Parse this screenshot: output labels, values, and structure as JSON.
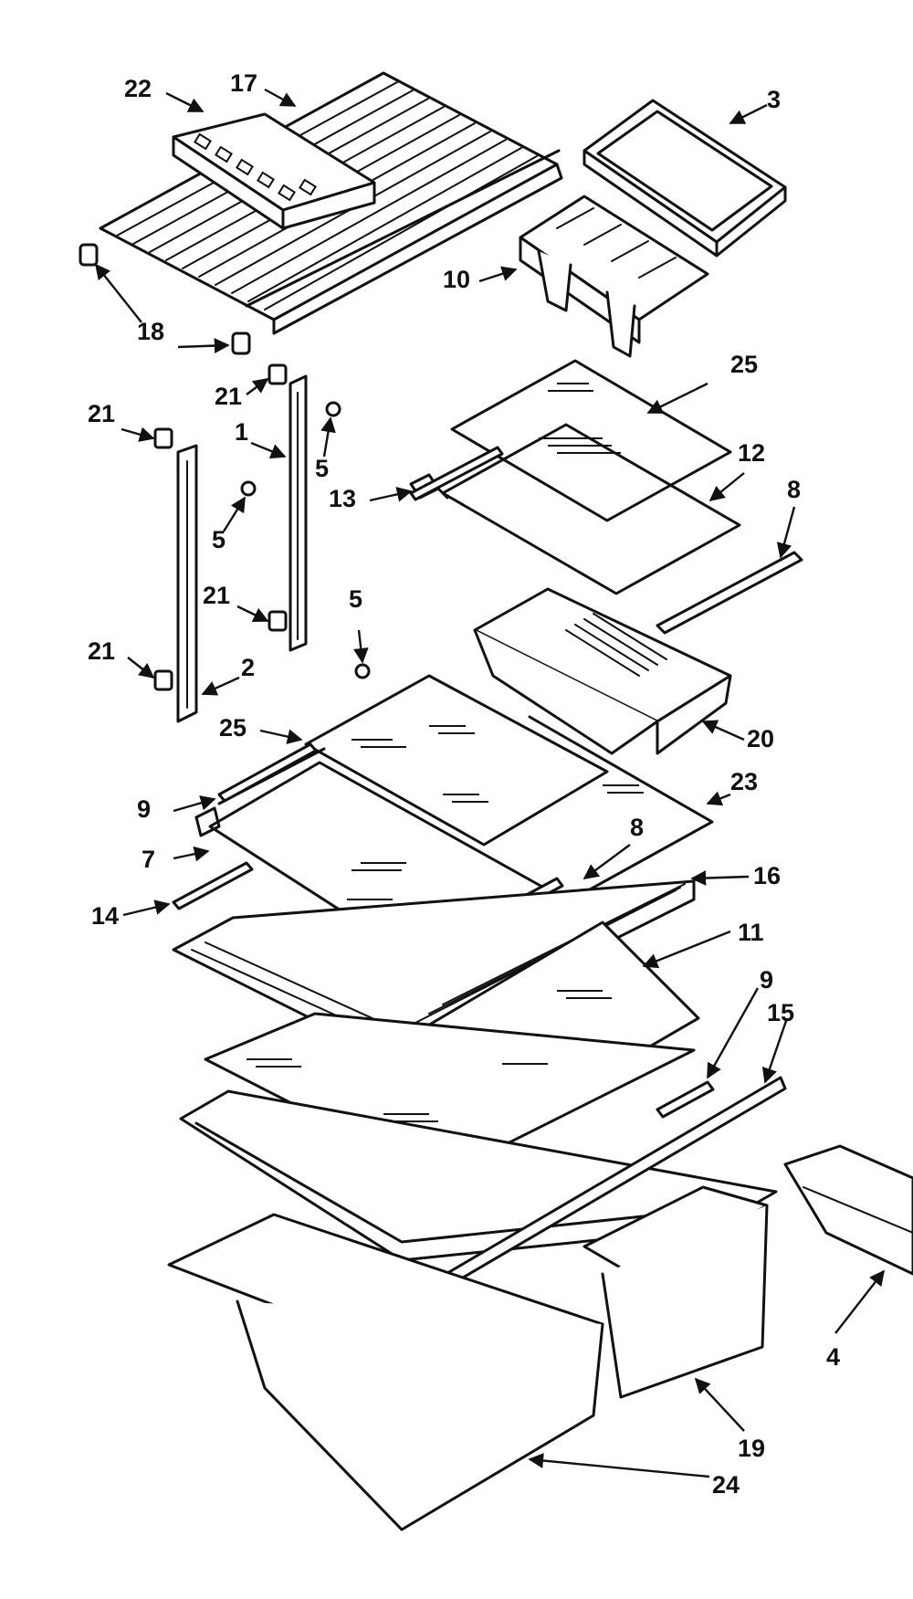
{
  "diagram": {
    "callouts": [
      "1",
      "2",
      "3",
      "4",
      "5",
      "7",
      "8",
      "9",
      "10",
      "11",
      "12",
      "13",
      "14",
      "15",
      "16",
      "17",
      "18",
      "19",
      "20",
      "21",
      "22",
      "23",
      "24",
      "25"
    ]
  },
  "labels": {
    "l22": "22",
    "l17": "17",
    "l3": "3",
    "l10": "10",
    "l18": "18",
    "l21a": "21",
    "l21b": "21",
    "l21c": "21",
    "l21d": "21",
    "l1": "1",
    "l5a": "5",
    "l5b": "5",
    "l5c": "5",
    "l2": "2",
    "l25a": "25",
    "l25b": "25",
    "l13": "13",
    "l12": "12",
    "l8a": "8",
    "l8b": "8",
    "l20": "20",
    "l9a": "9",
    "l9b": "9",
    "l7": "7",
    "l23": "23",
    "l14": "14",
    "l16": "16",
    "l11": "11",
    "l15": "15",
    "l4": "4",
    "l19": "19",
    "l24": "24"
  }
}
